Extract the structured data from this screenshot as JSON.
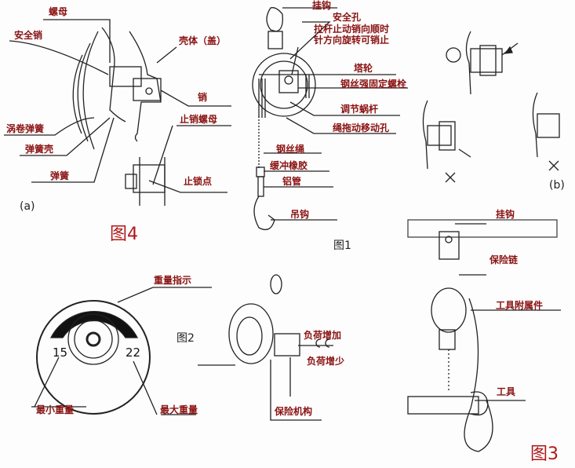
{
  "figure4": {
    "title": "图4",
    "sub": "(a)",
    "labels": {
      "nut": "螺母",
      "safety_pin": "安全销",
      "housing_cover": "壳体（盖）",
      "pin": "销",
      "scroll_spring": "涡卷弹簧",
      "stop_pin_nut": "止销螺母",
      "spring_case": "弹簧壳",
      "spring": "弹簧",
      "lock_point": "止锁点"
    }
  },
  "figure1": {
    "title": "图1",
    "labels": {
      "hook_top": "挂钩",
      "safety_hole": "安全孔",
      "lever_note_1": "拉杆止动销向顺时",
      "lever_note_2": "针方向旋转可销止",
      "cone_pulley": "塔轮",
      "wire_bolt": "钢丝强固定螺栓",
      "worm": "调节蜗杆",
      "rope_hole": "绳拖动移动孔",
      "wire_rope": "钢丝绳",
      "buffer_rubber": "缓冲橡胶",
      "aluminum_tube": "铝管",
      "hook_bottom": "吊钩"
    }
  },
  "figure_b": {
    "sub": "(b)",
    "wrong_mark": "×"
  },
  "figure2": {
    "title": "图2",
    "labels": {
      "weight_indicator": "重量指示",
      "min_value": "15",
      "max_value": "22",
      "min_weight": "最小重量",
      "max_weight": "最大重量",
      "load_increase": "负荷增加",
      "load_decrease": "负荷增少",
      "safety_mechanism": "保险机构"
    }
  },
  "figure3": {
    "title": "图3",
    "labels": {
      "hook": "挂钩",
      "safety_chain": "保险链",
      "tool_attachment": "工具附属件",
      "tool": "工具"
    }
  },
  "colors": {
    "label": "#8a1212",
    "figure_title": "#b01818",
    "line": "#222222"
  }
}
